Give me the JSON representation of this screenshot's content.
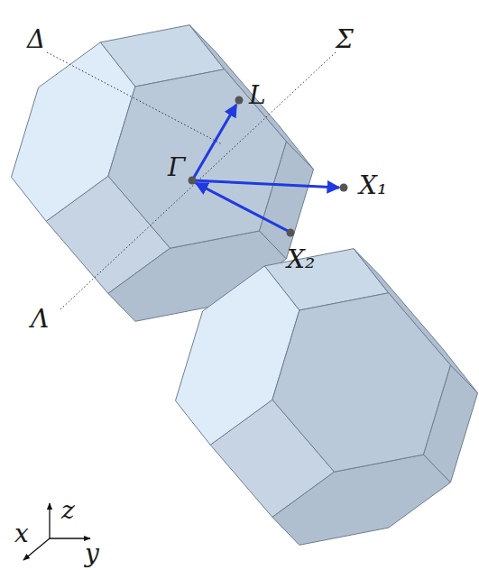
{
  "diagram": {
    "labels": [
      "Δ",
      "Σ",
      "L",
      "Γ",
      "X₁",
      "X₂",
      "Λ",
      "z",
      "x",
      "y"
    ]
  }
}
